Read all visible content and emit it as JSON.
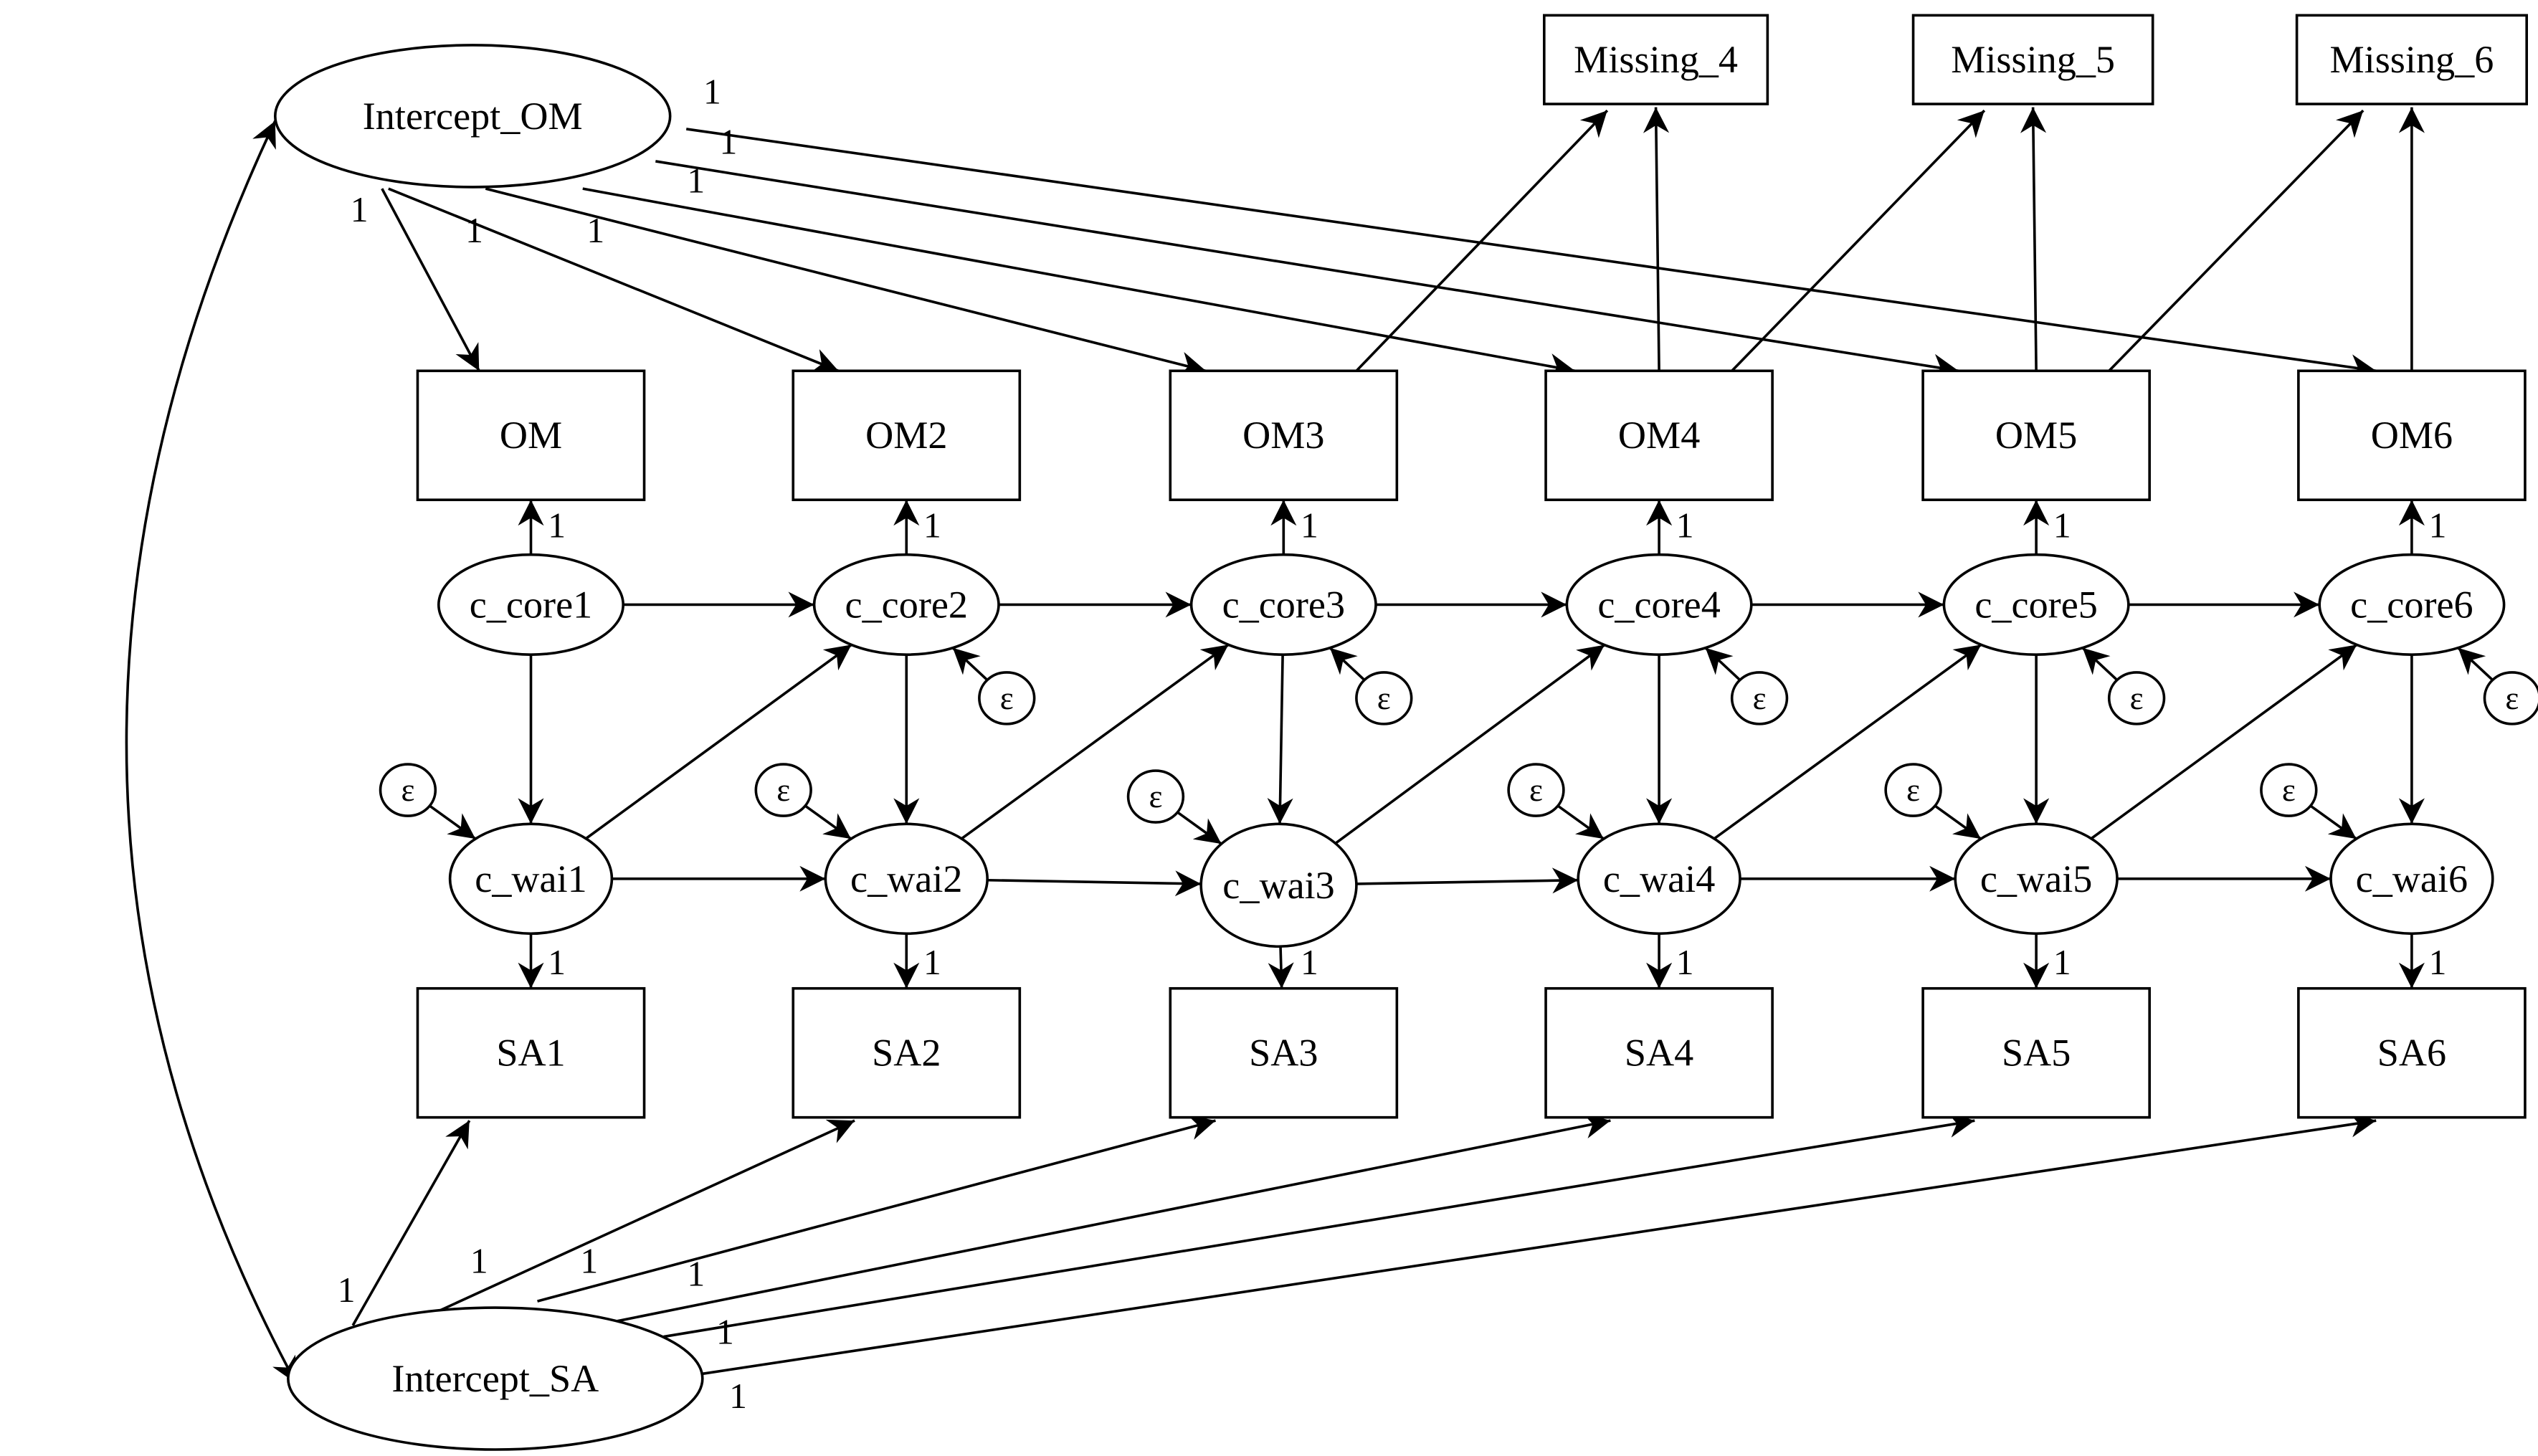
{
  "diagram": {
    "type": "structural-equation-model-path-diagram",
    "colors": {
      "stroke": "#000000",
      "background": "#ffffff"
    },
    "nodes": [
      {
        "id": "Intercept_OM",
        "label": "Intercept_OM",
        "kind": "latent"
      },
      {
        "id": "Intercept_SA",
        "label": "Intercept_SA",
        "kind": "latent"
      },
      {
        "id": "Missing_4",
        "label": "Missing_4",
        "kind": "observed"
      },
      {
        "id": "Missing_5",
        "label": "Missing_5",
        "kind": "observed"
      },
      {
        "id": "Missing_6",
        "label": "Missing_6",
        "kind": "observed"
      },
      {
        "id": "OM",
        "label": "OM",
        "kind": "observed"
      },
      {
        "id": "OM2",
        "label": "OM2",
        "kind": "observed"
      },
      {
        "id": "OM3",
        "label": "OM3",
        "kind": "observed"
      },
      {
        "id": "OM4",
        "label": "OM4",
        "kind": "observed"
      },
      {
        "id": "OM5",
        "label": "OM5",
        "kind": "observed"
      },
      {
        "id": "OM6",
        "label": "OM6",
        "kind": "observed"
      },
      {
        "id": "c_core1",
        "label": "c_core1",
        "kind": "latent"
      },
      {
        "id": "c_core2",
        "label": "c_core2",
        "kind": "latent"
      },
      {
        "id": "c_core3",
        "label": "c_core3",
        "kind": "latent"
      },
      {
        "id": "c_core4",
        "label": "c_core4",
        "kind": "latent"
      },
      {
        "id": "c_core5",
        "label": "c_core5",
        "kind": "latent"
      },
      {
        "id": "c_core6",
        "label": "c_core6",
        "kind": "latent"
      },
      {
        "id": "c_wai1",
        "label": "c_wai1",
        "kind": "latent"
      },
      {
        "id": "c_wai2",
        "label": "c_wai2",
        "kind": "latent"
      },
      {
        "id": "c_wai3",
        "label": "c_wai3",
        "kind": "latent"
      },
      {
        "id": "c_wai4",
        "label": "c_wai4",
        "kind": "latent"
      },
      {
        "id": "c_wai5",
        "label": "c_wai5",
        "kind": "latent"
      },
      {
        "id": "c_wai6",
        "label": "c_wai6",
        "kind": "latent"
      },
      {
        "id": "SA1",
        "label": "SA1",
        "kind": "observed"
      },
      {
        "id": "SA2",
        "label": "SA2",
        "kind": "observed"
      },
      {
        "id": "SA3",
        "label": "SA3",
        "kind": "observed"
      },
      {
        "id": "SA4",
        "label": "SA4",
        "kind": "observed"
      },
      {
        "id": "SA5",
        "label": "SA5",
        "kind": "observed"
      },
      {
        "id": "SA6",
        "label": "SA6",
        "kind": "observed"
      }
    ],
    "error_symbol": "ε",
    "error_terms": [
      "c_core2",
      "c_core3",
      "c_core4",
      "c_core5",
      "c_core6",
      "c_wai1",
      "c_wai2",
      "c_wai3",
      "c_wai4",
      "c_wai5",
      "c_wai6"
    ],
    "edges": [
      {
        "from": "Intercept_OM",
        "to": "OM",
        "label": "1"
      },
      {
        "from": "Intercept_OM",
        "to": "OM2",
        "label": "1"
      },
      {
        "from": "Intercept_OM",
        "to": "OM3",
        "label": "1"
      },
      {
        "from": "Intercept_OM",
        "to": "OM4",
        "label": "1"
      },
      {
        "from": "Intercept_OM",
        "to": "OM5",
        "label": "1"
      },
      {
        "from": "Intercept_OM",
        "to": "OM6",
        "label": "1"
      },
      {
        "from": "Intercept_SA",
        "to": "SA1",
        "label": "1"
      },
      {
        "from": "Intercept_SA",
        "to": "SA2",
        "label": "1"
      },
      {
        "from": "Intercept_SA",
        "to": "SA3",
        "label": "1"
      },
      {
        "from": "Intercept_SA",
        "to": "SA4",
        "label": "1"
      },
      {
        "from": "Intercept_SA",
        "to": "SA5",
        "label": "1"
      },
      {
        "from": "Intercept_SA",
        "to": "SA6",
        "label": "1"
      },
      {
        "from": "c_core1",
        "to": "OM",
        "label": "1"
      },
      {
        "from": "c_core2",
        "to": "OM2",
        "label": "1"
      },
      {
        "from": "c_core3",
        "to": "OM3",
        "label": "1"
      },
      {
        "from": "c_core4",
        "to": "OM4",
        "label": "1"
      },
      {
        "from": "c_core5",
        "to": "OM5",
        "label": "1"
      },
      {
        "from": "c_core6",
        "to": "OM6",
        "label": "1"
      },
      {
        "from": "c_wai1",
        "to": "SA1",
        "label": "1"
      },
      {
        "from": "c_wai2",
        "to": "SA2",
        "label": "1"
      },
      {
        "from": "c_wai3",
        "to": "SA3",
        "label": "1"
      },
      {
        "from": "c_wai4",
        "to": "SA4",
        "label": "1"
      },
      {
        "from": "c_wai5",
        "to": "SA5",
        "label": "1"
      },
      {
        "from": "c_wai6",
        "to": "SA6",
        "label": "1"
      },
      {
        "from": "c_core1",
        "to": "c_core2",
        "label": ""
      },
      {
        "from": "c_core2",
        "to": "c_core3",
        "label": ""
      },
      {
        "from": "c_core3",
        "to": "c_core4",
        "label": ""
      },
      {
        "from": "c_core4",
        "to": "c_core5",
        "label": ""
      },
      {
        "from": "c_core5",
        "to": "c_core6",
        "label": ""
      },
      {
        "from": "c_wai1",
        "to": "c_wai2",
        "label": ""
      },
      {
        "from": "c_wai2",
        "to": "c_wai3",
        "label": ""
      },
      {
        "from": "c_wai3",
        "to": "c_wai4",
        "label": ""
      },
      {
        "from": "c_wai4",
        "to": "c_wai5",
        "label": ""
      },
      {
        "from": "c_wai5",
        "to": "c_wai6",
        "label": ""
      },
      {
        "from": "c_core1",
        "to": "c_wai1",
        "label": ""
      },
      {
        "from": "c_core2",
        "to": "c_wai2",
        "label": ""
      },
      {
        "from": "c_core3",
        "to": "c_wai3",
        "label": ""
      },
      {
        "from": "c_core4",
        "to": "c_wai4",
        "label": ""
      },
      {
        "from": "c_core5",
        "to": "c_wai5",
        "label": ""
      },
      {
        "from": "c_core6",
        "to": "c_wai6",
        "label": ""
      },
      {
        "from": "c_wai1",
        "to": "c_core2",
        "label": ""
      },
      {
        "from": "c_wai2",
        "to": "c_core3",
        "label": ""
      },
      {
        "from": "c_wai3",
        "to": "c_core4",
        "label": ""
      },
      {
        "from": "c_wai4",
        "to": "c_core5",
        "label": ""
      },
      {
        "from": "c_wai5",
        "to": "c_core6",
        "label": ""
      },
      {
        "from": "OM3",
        "to": "Missing_4",
        "label": ""
      },
      {
        "from": "OM4",
        "to": "Missing_4",
        "label": ""
      },
      {
        "from": "OM4",
        "to": "Missing_5",
        "label": ""
      },
      {
        "from": "OM5",
        "to": "Missing_5",
        "label": ""
      },
      {
        "from": "OM5",
        "to": "Missing_6",
        "label": ""
      },
      {
        "from": "OM6",
        "to": "Missing_6",
        "label": ""
      }
    ],
    "covariances": [
      {
        "between": [
          "Intercept_OM",
          "Intercept_SA"
        ]
      }
    ]
  }
}
